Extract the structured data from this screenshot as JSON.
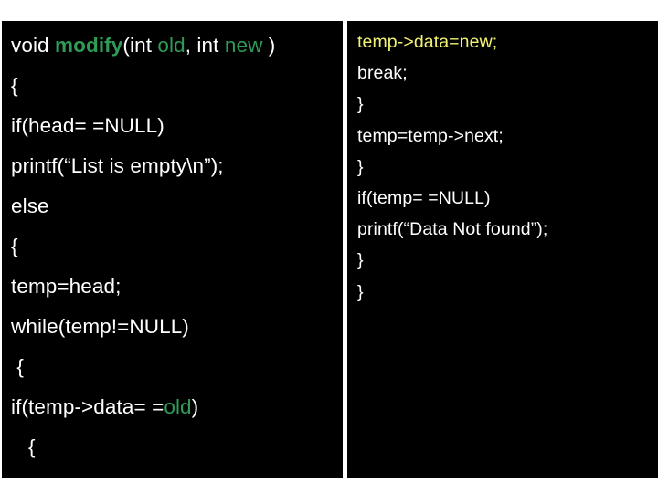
{
  "slide": {
    "background_color": "#FFFFFF",
    "panel_color": "#000000",
    "divider_color": "#FFFFFF",
    "colors": {
      "plain_text": "#FFFFFF",
      "identifier_green": "#2E9B57",
      "highlight_yellow": "#F2F274"
    }
  },
  "left_column": {
    "name": "left-code-column",
    "lines": [
      {
        "id": "l1",
        "segments": [
          {
            "text": "void ",
            "style": "plain"
          },
          {
            "text": "modify",
            "style": "green-bold"
          },
          {
            "text": "(int ",
            "style": "plain"
          },
          {
            "text": "old",
            "style": "green"
          },
          {
            "text": ", int ",
            "style": "plain"
          },
          {
            "text": "new ",
            "style": "green"
          },
          {
            "text": ")",
            "style": "plain"
          }
        ]
      },
      {
        "id": "l2",
        "segments": [
          {
            "text": "{",
            "style": "plain"
          }
        ]
      },
      {
        "id": "l3",
        "segments": [
          {
            "text": "if(head= =NULL)",
            "style": "plain"
          }
        ]
      },
      {
        "id": "l4",
        "segments": [
          {
            "text": "printf(“List is empty\\n”);",
            "style": "plain"
          }
        ]
      },
      {
        "id": "l5",
        "segments": [
          {
            "text": "else",
            "style": "plain"
          }
        ]
      },
      {
        "id": "l6",
        "segments": [
          {
            "text": "{",
            "style": "plain"
          }
        ]
      },
      {
        "id": "l7",
        "segments": [
          {
            "text": "temp=head;",
            "style": "plain"
          }
        ]
      },
      {
        "id": "l8",
        "segments": [
          {
            "text": "while(temp!=NULL)",
            "style": "plain"
          }
        ]
      },
      {
        "id": "l9",
        "segments": [
          {
            "text": " {",
            "style": "plain"
          }
        ]
      },
      {
        "id": "l10",
        "segments": [
          {
            "text": "if(temp->data= =",
            "style": "plain"
          },
          {
            "text": "old",
            "style": "green"
          },
          {
            "text": ")",
            "style": "plain"
          }
        ]
      },
      {
        "id": "l11",
        "segments": [
          {
            "text": "   {",
            "style": "plain"
          }
        ]
      }
    ]
  },
  "right_column": {
    "name": "right-code-column",
    "lines": [
      {
        "id": "r1",
        "segments": [
          {
            "text": "temp->data=new;",
            "style": "yellow"
          }
        ]
      },
      {
        "id": "r2",
        "segments": [
          {
            "text": "break;",
            "style": "plain"
          }
        ]
      },
      {
        "id": "r3",
        "segments": [
          {
            "text": "}",
            "style": "plain"
          }
        ]
      },
      {
        "id": "r4",
        "segments": [
          {
            "text": "temp=temp->next;",
            "style": "plain"
          }
        ]
      },
      {
        "id": "r5",
        "segments": [
          {
            "text": "}",
            "style": "plain"
          }
        ]
      },
      {
        "id": "r6",
        "segments": [
          {
            "text": "if(temp= =NULL)",
            "style": "plain"
          }
        ]
      },
      {
        "id": "r7",
        "segments": [
          {
            "text": "printf(“Data Not found”);",
            "style": "plain"
          }
        ]
      },
      {
        "id": "r8",
        "segments": [
          {
            "text": "}",
            "style": "plain"
          }
        ]
      },
      {
        "id": "r9",
        "segments": [
          {
            "text": "}",
            "style": "plain"
          }
        ]
      }
    ]
  }
}
